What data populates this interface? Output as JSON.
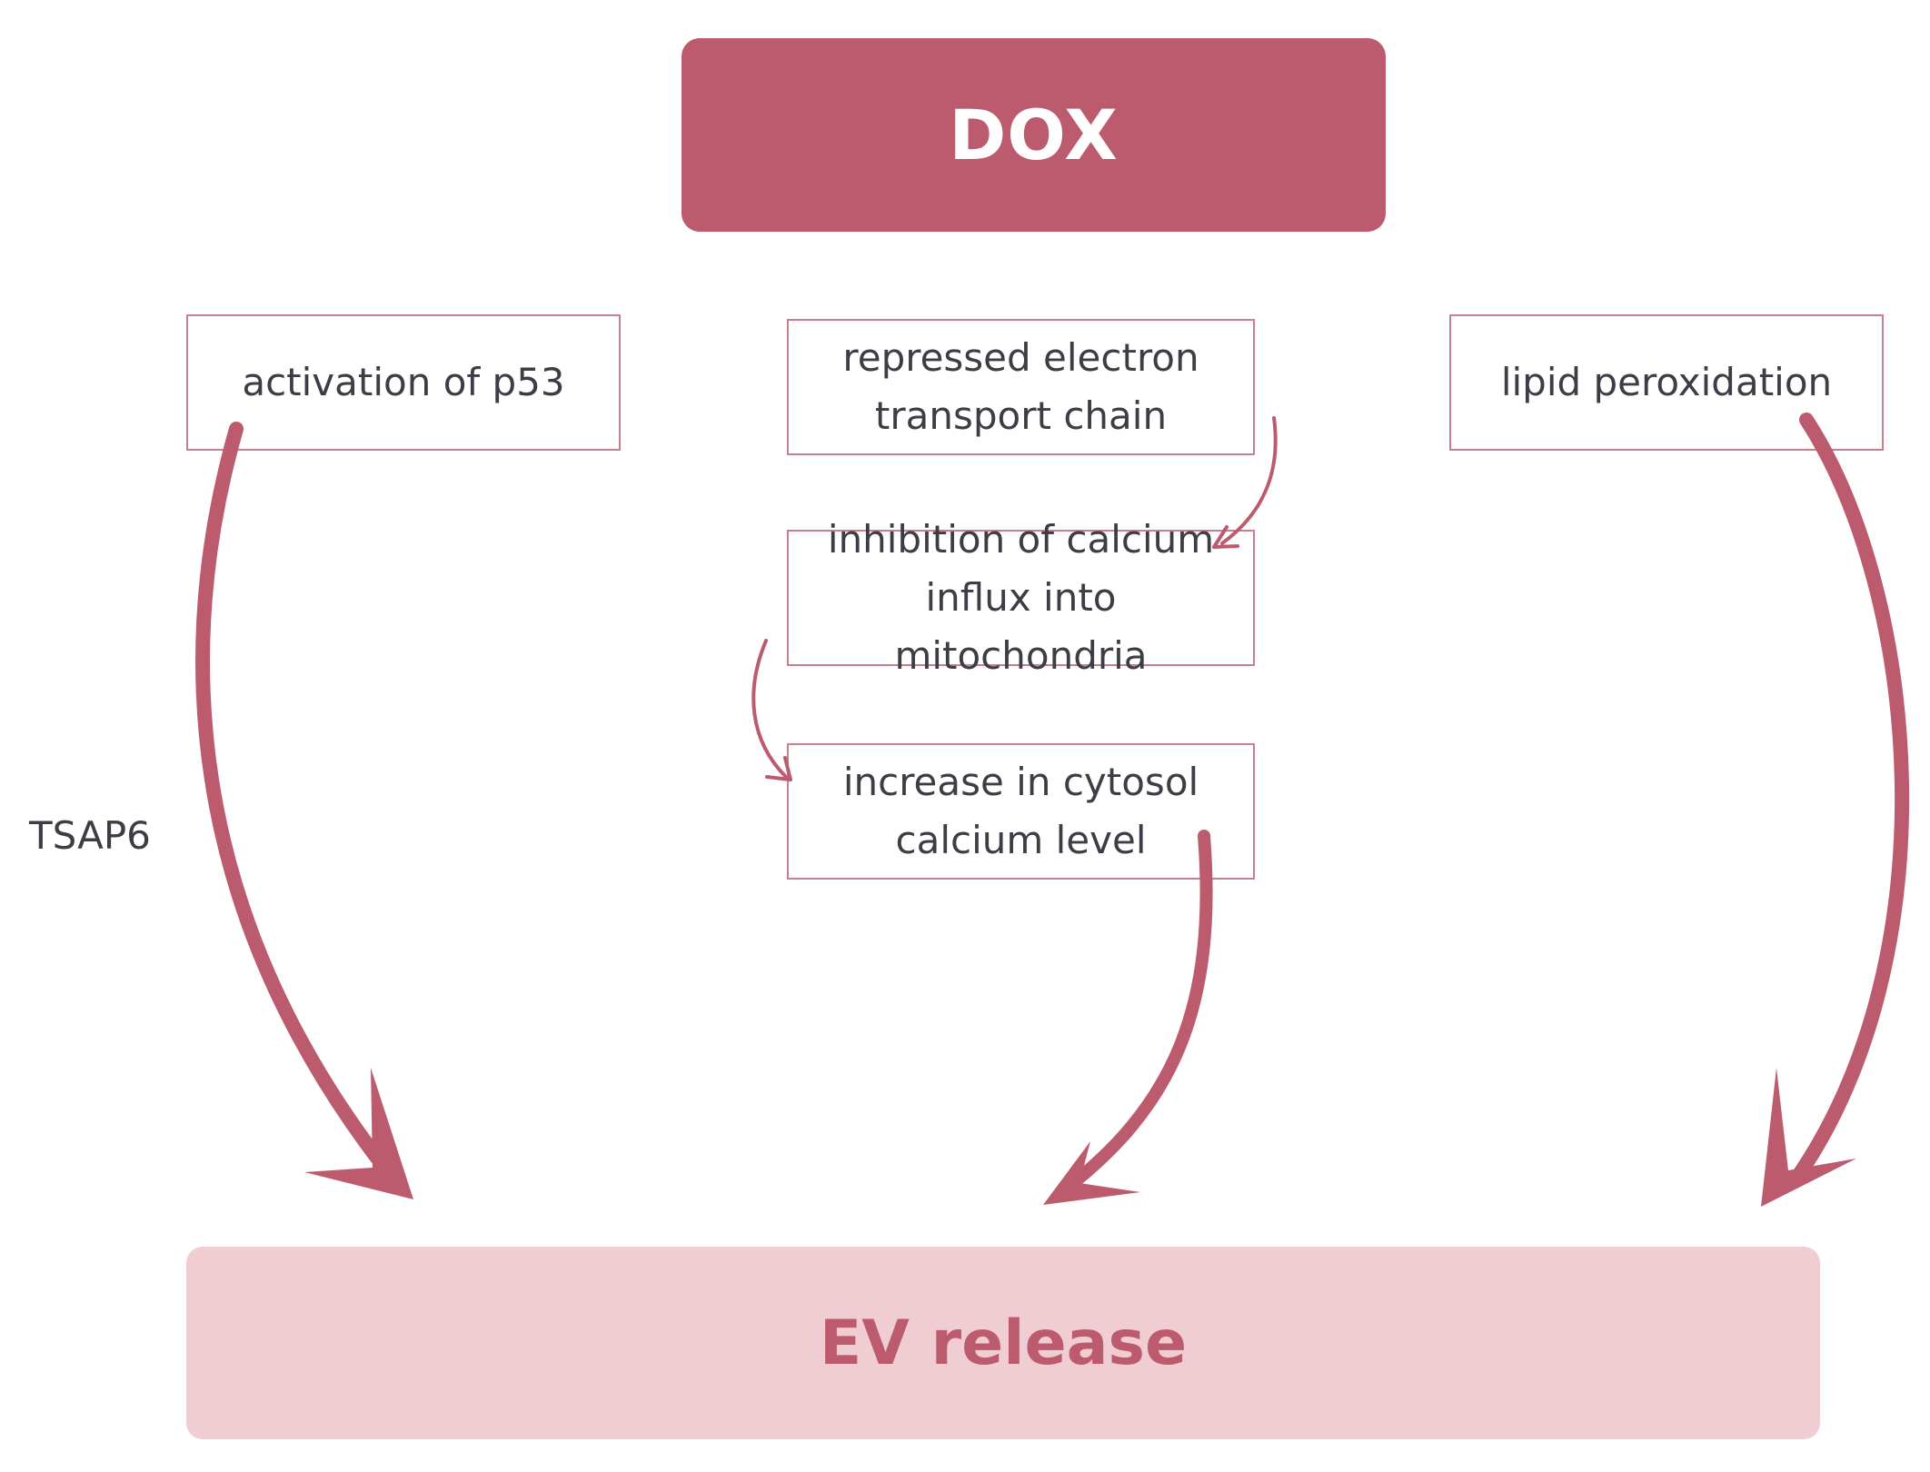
{
  "diagram": {
    "top_node": "DOX",
    "bottom_node": "EV release",
    "nodes": [
      {
        "id": "p53",
        "lines": [
          "activation of p53"
        ]
      },
      {
        "id": "etc",
        "lines": [
          "repressed electron",
          "transport chain"
        ]
      },
      {
        "id": "lipid",
        "lines": [
          "lipid peroxidation"
        ]
      },
      {
        "id": "inhib",
        "lines": [
          "inhibition of calcium",
          "influx into mitochondria"
        ]
      },
      {
        "id": "cyto",
        "lines": [
          "increase in cytosol",
          "calcium level"
        ]
      }
    ],
    "edge_label": "TSAP6",
    "edges": [
      {
        "from": "p53",
        "to": "EV release",
        "label": "TSAP6"
      },
      {
        "from": "etc",
        "to": "inhib"
      },
      {
        "from": "inhib",
        "to": "cyto"
      },
      {
        "from": "cyto",
        "to": "EV release"
      },
      {
        "from": "lipid",
        "to": "EV release"
      }
    ],
    "colors": {
      "accent": "#bd5b6e",
      "bottom_fill": "#f0ccd3",
      "node_border": "#c97e8d",
      "text": "#3d3d45"
    }
  }
}
